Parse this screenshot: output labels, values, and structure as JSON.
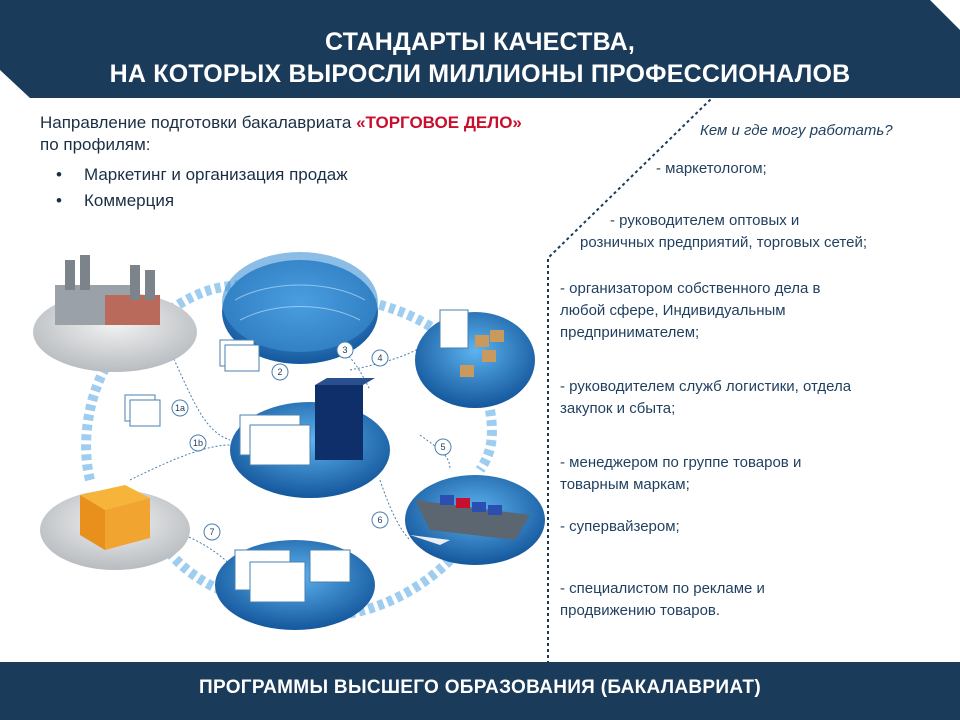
{
  "header": {
    "title_line1": "СТАНДАРТЫ КАЧЕСТВА,",
    "title_line2": "НА КОТОРЫХ ВЫРОСЛИ МИЛЛИОНЫ ПРОФЕССИОНАЛОВ"
  },
  "intro": {
    "lead": "Направление подготовки бакалавриата ",
    "highlight": "«ТОРГОВОЕ ДЕЛО»",
    "line2": "по профилям:",
    "profiles": [
      "Маркетинг и организация продаж",
      "Коммерция"
    ]
  },
  "careers": {
    "question": "Кем и где могу работать?",
    "items": [
      "- маркетологом;",
      "- руководителем оптовых и",
      "розничных предприятий, торговых сетей;",
      "- организатором  собственного дела в",
      "любой сфере, Индивидуальным",
      "предпринимателем;",
      "- руководителем служб логистики, отдела",
      "закупок и сбыта;",
      "- менеджером по группе товаров и",
      "товарным маркам;",
      "- супервайзером;",
      "- специалистом по рекламе и",
      "продвижению товаров."
    ]
  },
  "diagram": {
    "step_labels": [
      "1a",
      "1b",
      "2",
      "3",
      "4",
      "5",
      "6",
      "7"
    ]
  },
  "footer": {
    "text": "ПРОГРАММЫ ВЫСШЕГО ОБРАЗОВАНИЯ (БАКАЛАВРИАТ)"
  },
  "colors": {
    "navy": "#1b3b5a",
    "accent_red": "#c8102e",
    "disc_blue": "#1e6fb8",
    "arrow_blue": "#8ec3ea"
  }
}
